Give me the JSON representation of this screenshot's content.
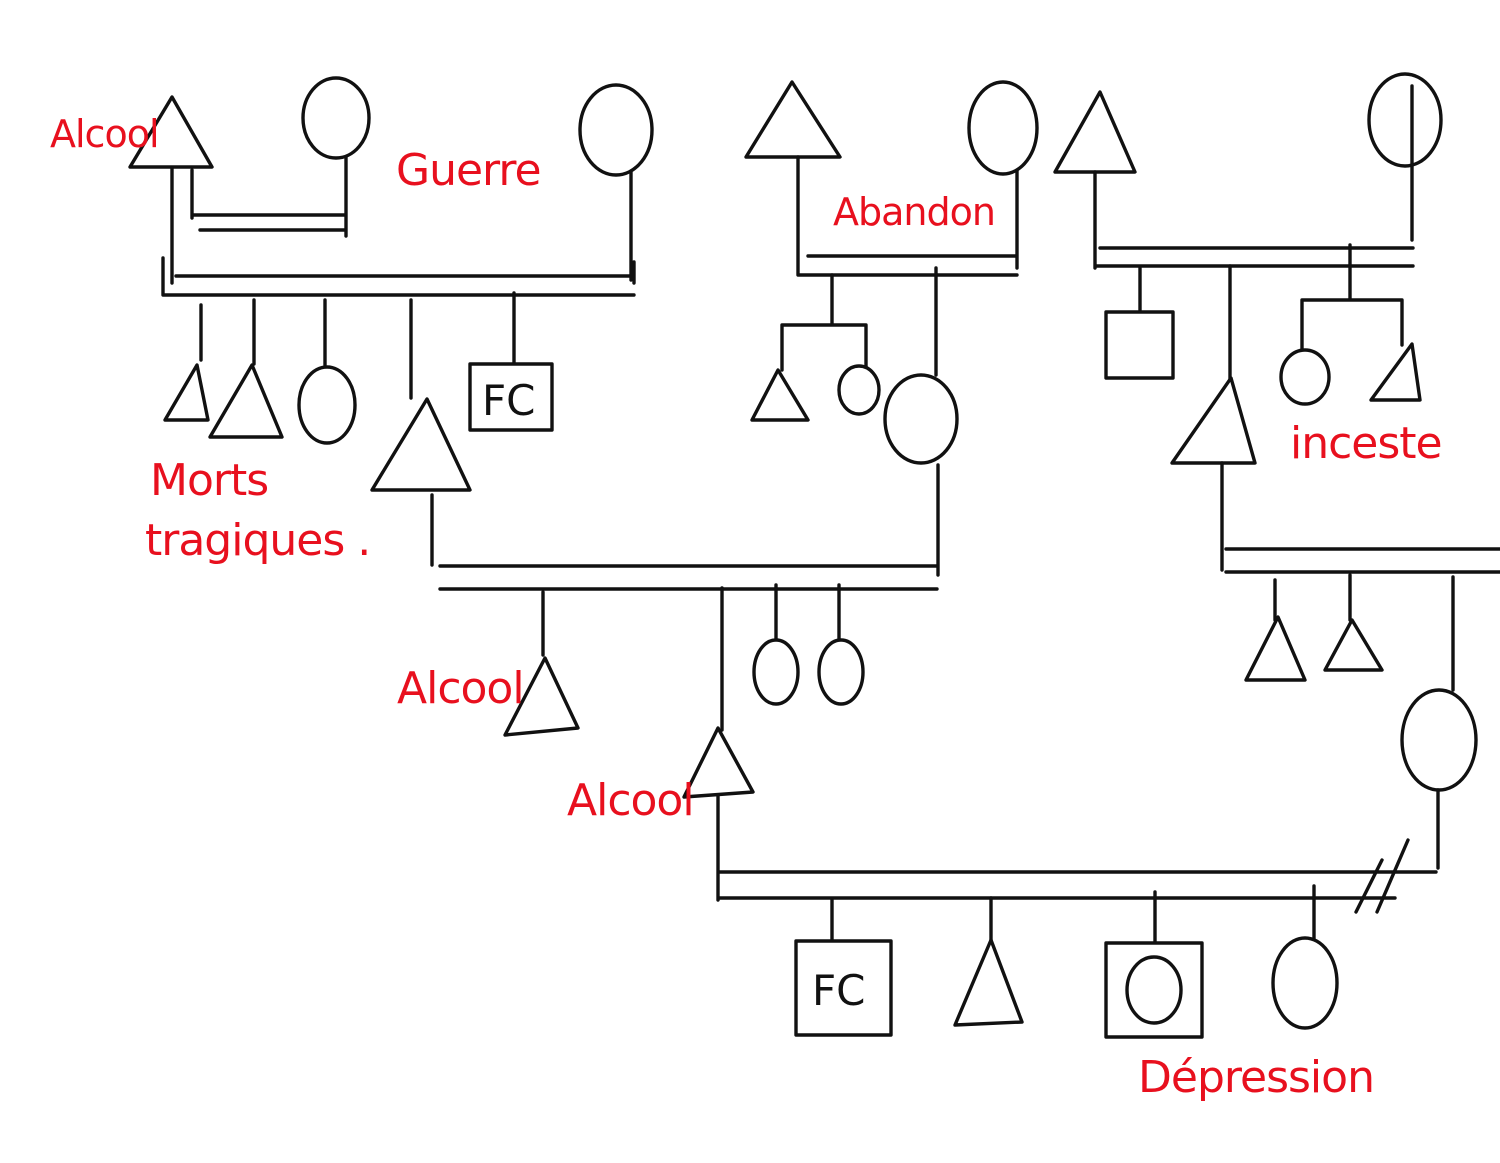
{
  "colors": {
    "ink": "#111111",
    "annotation": "#e8101e",
    "paper": "#ffffff"
  },
  "symbols": {
    "male": "triangle",
    "female": "circle",
    "unknown_sex": "square"
  },
  "annotations": {
    "alcool_top": "Alcool",
    "guerre": "Guerre",
    "abandon": "Abandon",
    "morts_line1": "Morts",
    "morts_line2": "tragiques .",
    "inceste": "inceste",
    "alcool_middle": "Alcool",
    "alcool_lower": "Alcool",
    "depression": "Dépression"
  },
  "box_labels": {
    "fc_top": "FC",
    "fc_bottom": "FC"
  }
}
